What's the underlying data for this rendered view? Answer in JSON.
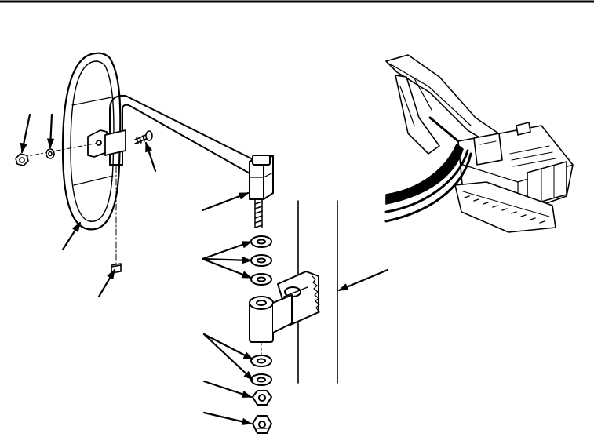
{
  "figure": {
    "rule_color": "#000000",
    "line_color": "#000000",
    "fill_color": "#ffffff",
    "components": [
      {
        "name": "mirror-frame"
      },
      {
        "name": "mirror-arm-rod"
      },
      {
        "name": "mounting-clamp"
      },
      {
        "name": "hex-nut"
      },
      {
        "name": "lock-washer"
      },
      {
        "name": "cap-screw"
      },
      {
        "name": "set-screw"
      },
      {
        "name": "arm-pivot-block"
      },
      {
        "name": "threaded-stud"
      },
      {
        "name": "flat-washer-stack-upper"
      },
      {
        "name": "mounting-bracket"
      },
      {
        "name": "flat-washer-stack-lower"
      },
      {
        "name": "lock-nut"
      },
      {
        "name": "jam-nut"
      },
      {
        "name": "cab-frame-panel"
      },
      {
        "name": "excavator-location-view"
      }
    ],
    "callout_count": 12
  }
}
